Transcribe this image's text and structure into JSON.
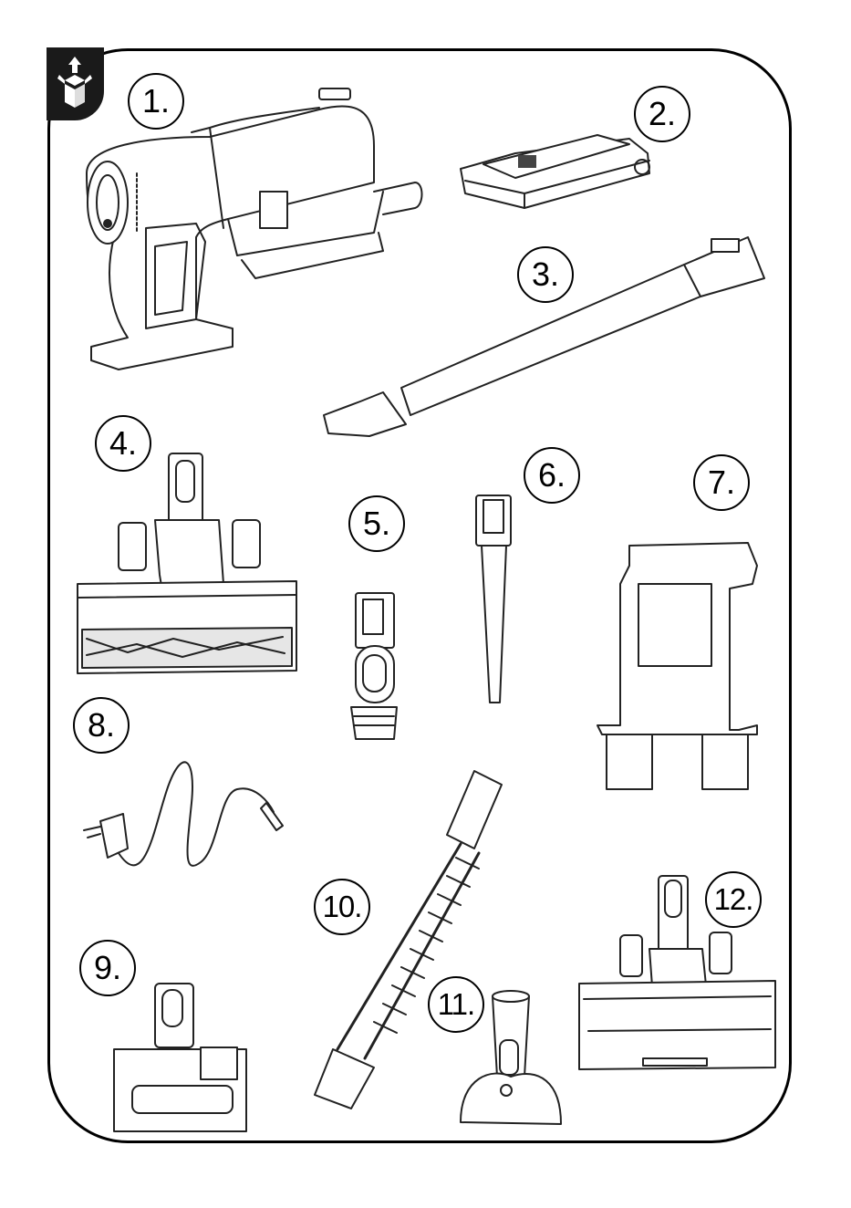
{
  "page": {
    "icon": "box-unpack-icon",
    "accent": "#1a1a1a",
    "items": [
      {
        "number": "1."
      },
      {
        "number": "2."
      },
      {
        "number": "3."
      },
      {
        "number": "4."
      },
      {
        "number": "5."
      },
      {
        "number": "6."
      },
      {
        "number": "7."
      },
      {
        "number": "8."
      },
      {
        "number": "9."
      },
      {
        "number": "10."
      },
      {
        "number": "11."
      },
      {
        "number": "12."
      }
    ]
  }
}
